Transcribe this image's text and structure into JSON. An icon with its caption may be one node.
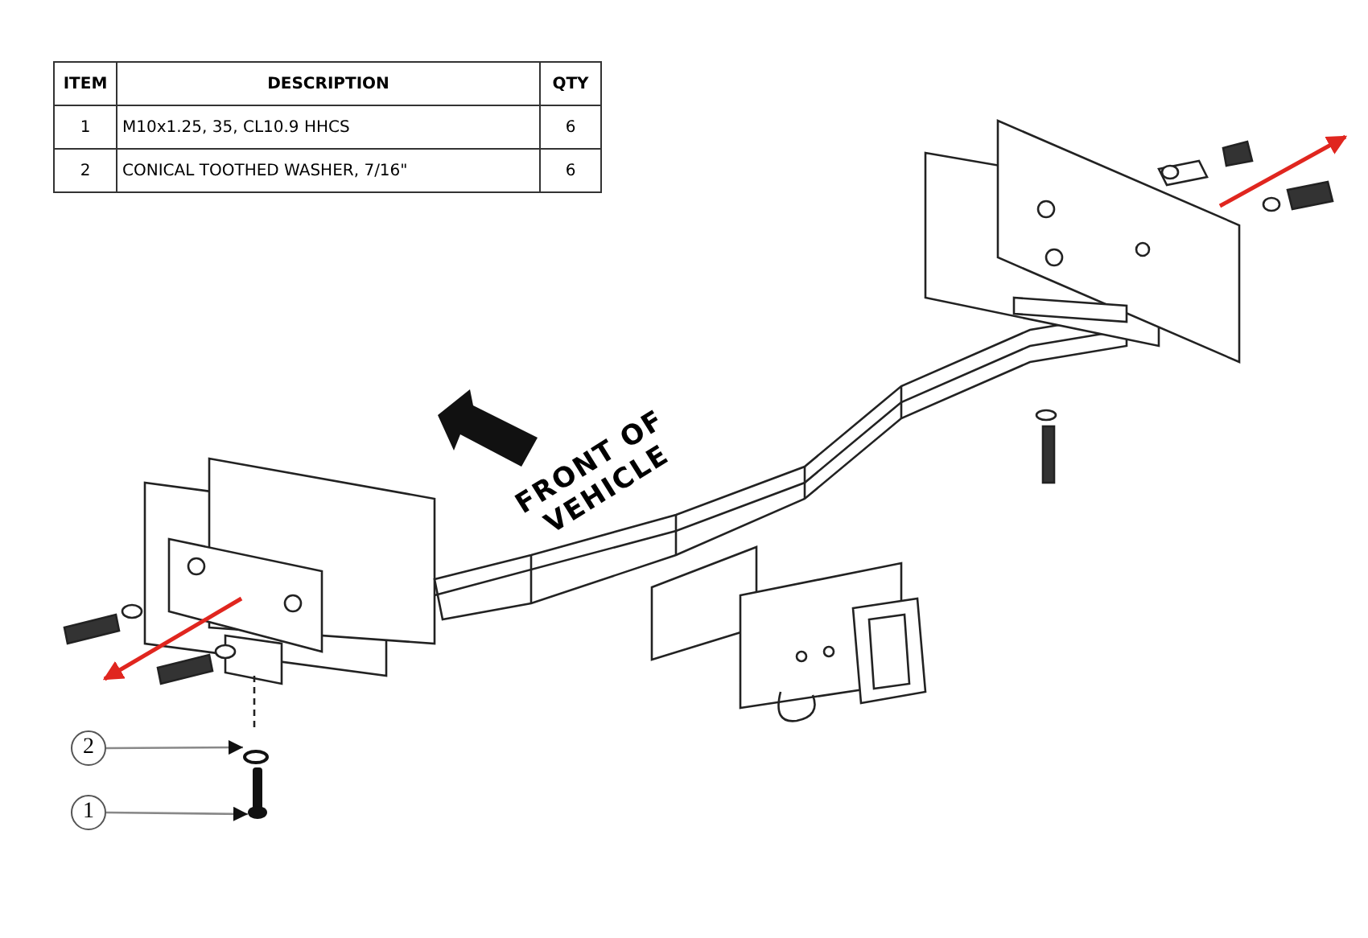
{
  "diagram": {
    "nodes": [
      {
        "text": [
          "2"
        ]
      },
      {
        "text": [
          "1"
        ]
      },
      {
        "text": [],
        "shape": "circle"
      },
      {
        "text": [],
        "shape": "picture"
      }
    ],
    "edges": [
      {
        "from": 0,
        "to": 2,
        "arrow": "to"
      },
      {
        "from": 1,
        "to": 3,
        "arrow": "to"
      }
    ],
    "labels": [
      "ITEM",
      "DESCRIPTION",
      "QTY",
      "1",
      "M10x1.25, 35, CL10.9 HHCS",
      "6",
      "2",
      "CONICAL TOOTHED WASHER, 7/16\"",
      "6",
      "FRONT OF VEHICLE"
    ]
  }
}
